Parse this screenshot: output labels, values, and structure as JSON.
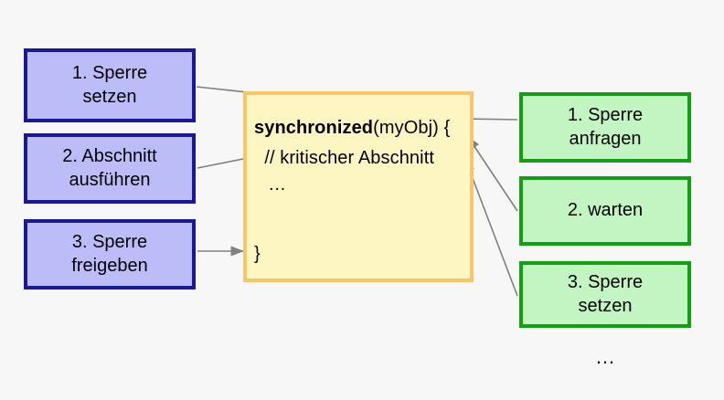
{
  "diagram": {
    "title": "Java synchronized block lock sequence",
    "background_color": "#f7f7f8",
    "left_steps": {
      "group_label": "thread-steps",
      "fill_color": "#bcbcf8",
      "border_color": "#191995",
      "items": [
        {
          "line1": "1. Sperre",
          "line2": "setzen"
        },
        {
          "line1": "2. Abschnitt",
          "line2": "ausführen"
        },
        {
          "line1": "3. Sperre",
          "line2": "freigeben"
        }
      ]
    },
    "right_steps": {
      "group_label": "lock-waiting-steps",
      "fill_color": "#c2f5c2",
      "border_color": "#12a012",
      "items": [
        {
          "line1": "1. Sperre",
          "line2": "anfragen"
        },
        {
          "line1": "2. warten",
          "line2": ""
        },
        {
          "line1": "3. Sperre",
          "line2": "setzen"
        }
      ],
      "trailing_ellipsis": "…"
    },
    "code_block": {
      "fill_color": "#fdf6c2",
      "border_color": "#f6c667",
      "lines": [
        {
          "keyword": "synchronized",
          "rest": "(myObj) {"
        },
        {
          "keyword": "",
          "rest": "  // kritischer Abschnitt"
        },
        {
          "keyword": "",
          "rest": "  …"
        },
        {
          "keyword": "",
          "rest": "}"
        }
      ]
    },
    "arrows": {
      "color": "#808080",
      "count": 6
    }
  }
}
